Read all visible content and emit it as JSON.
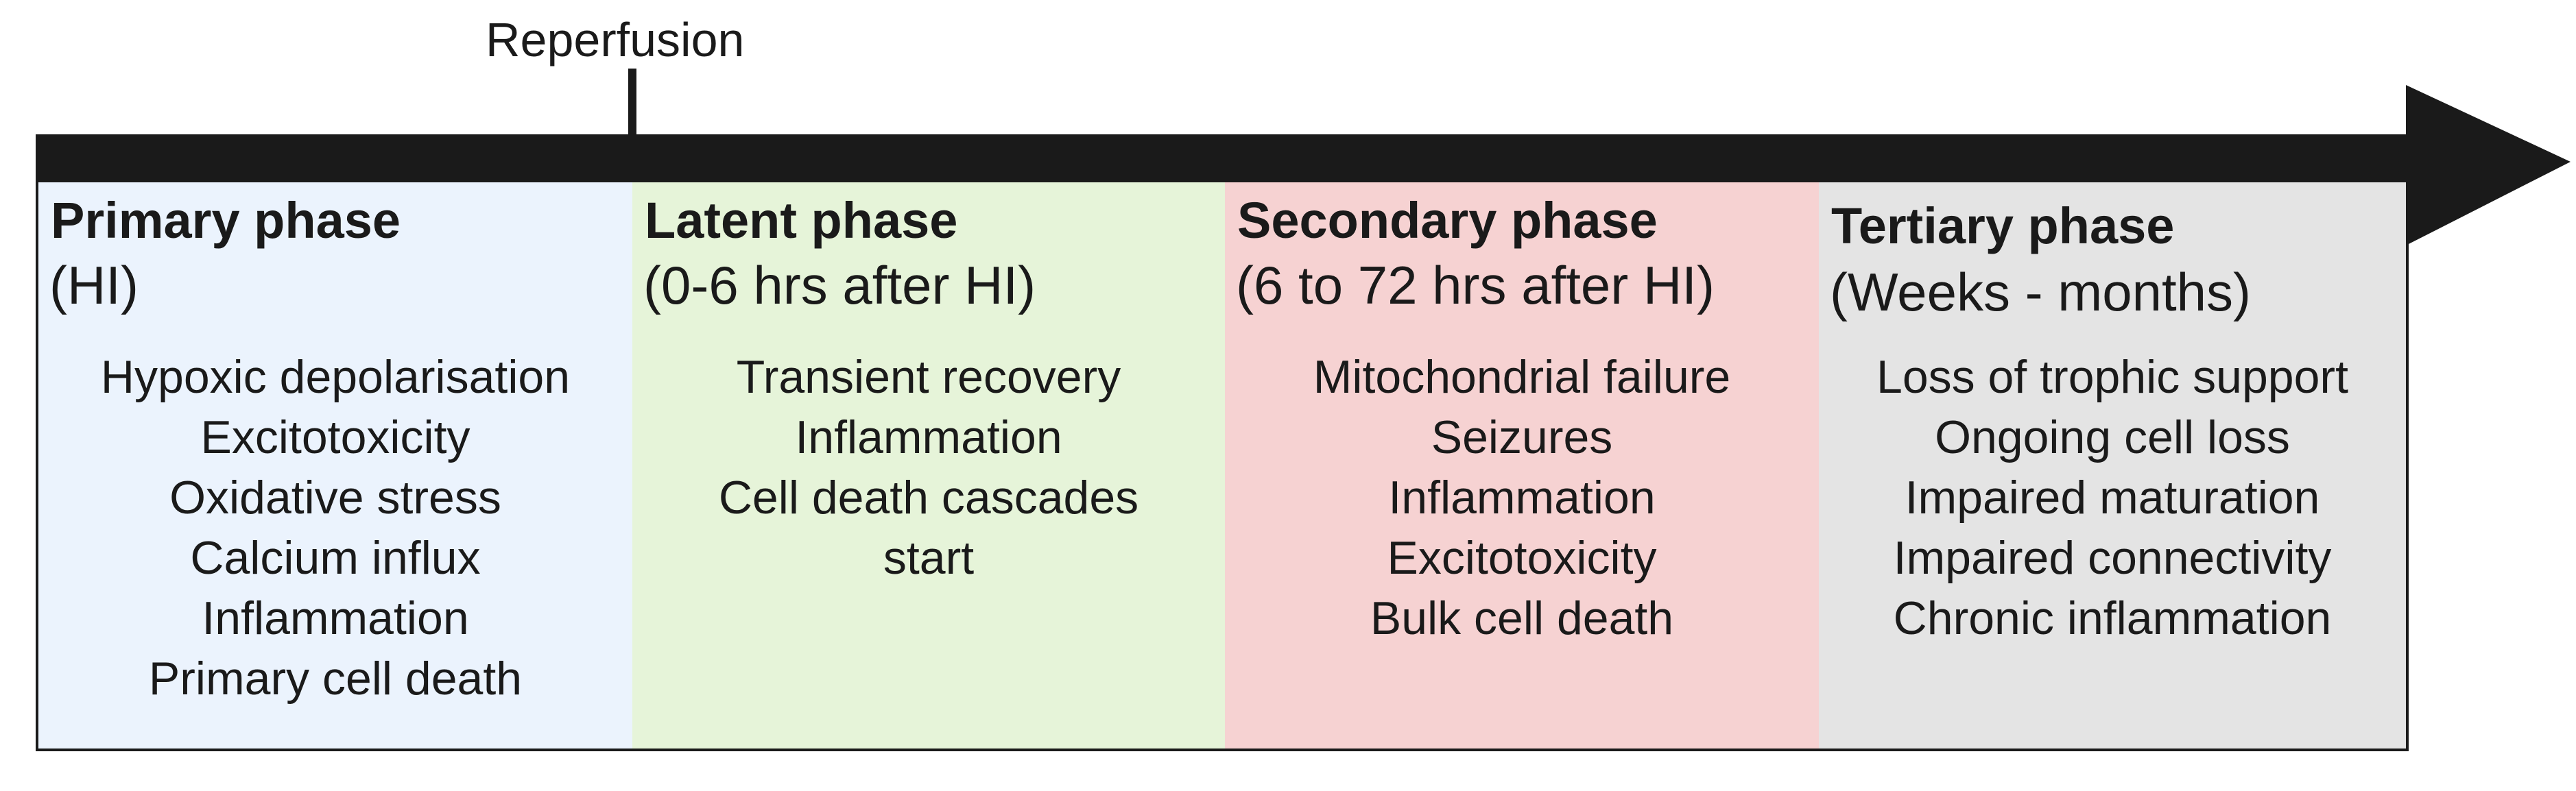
{
  "timeline": {
    "marker_label": "Reperfusion"
  },
  "phases": [
    {
      "title": "Primary phase",
      "subtitle": "(HI)",
      "color": "#ebf3fd",
      "events": [
        "Hypoxic depolarisation",
        "Excitotoxicity",
        "Oxidative stress",
        "Calcium influx",
        "Inflammation",
        "Primary cell death"
      ]
    },
    {
      "title": "Latent phase",
      "subtitle": "(0-6 hrs after HI)",
      "color": "#e6f4d9",
      "events": [
        "Transient recovery",
        "Inflammation",
        "Cell death cascades",
        "start"
      ]
    },
    {
      "title": "Secondary phase",
      "subtitle": "(6 to 72 hrs after HI)",
      "color": "#f6d2d2",
      "events": [
        "Mitochondrial failure",
        "Seizures",
        "Inflammation",
        "Excitotoxicity",
        "Bulk cell death"
      ]
    },
    {
      "title": "Tertiary phase",
      "subtitle": "(Weeks - months)",
      "color": "#e4e4e4",
      "events": [
        "Loss of trophic support",
        "Ongoing cell loss",
        "Impaired maturation",
        "Impaired connectivity",
        "Chronic inflammation"
      ]
    }
  ]
}
